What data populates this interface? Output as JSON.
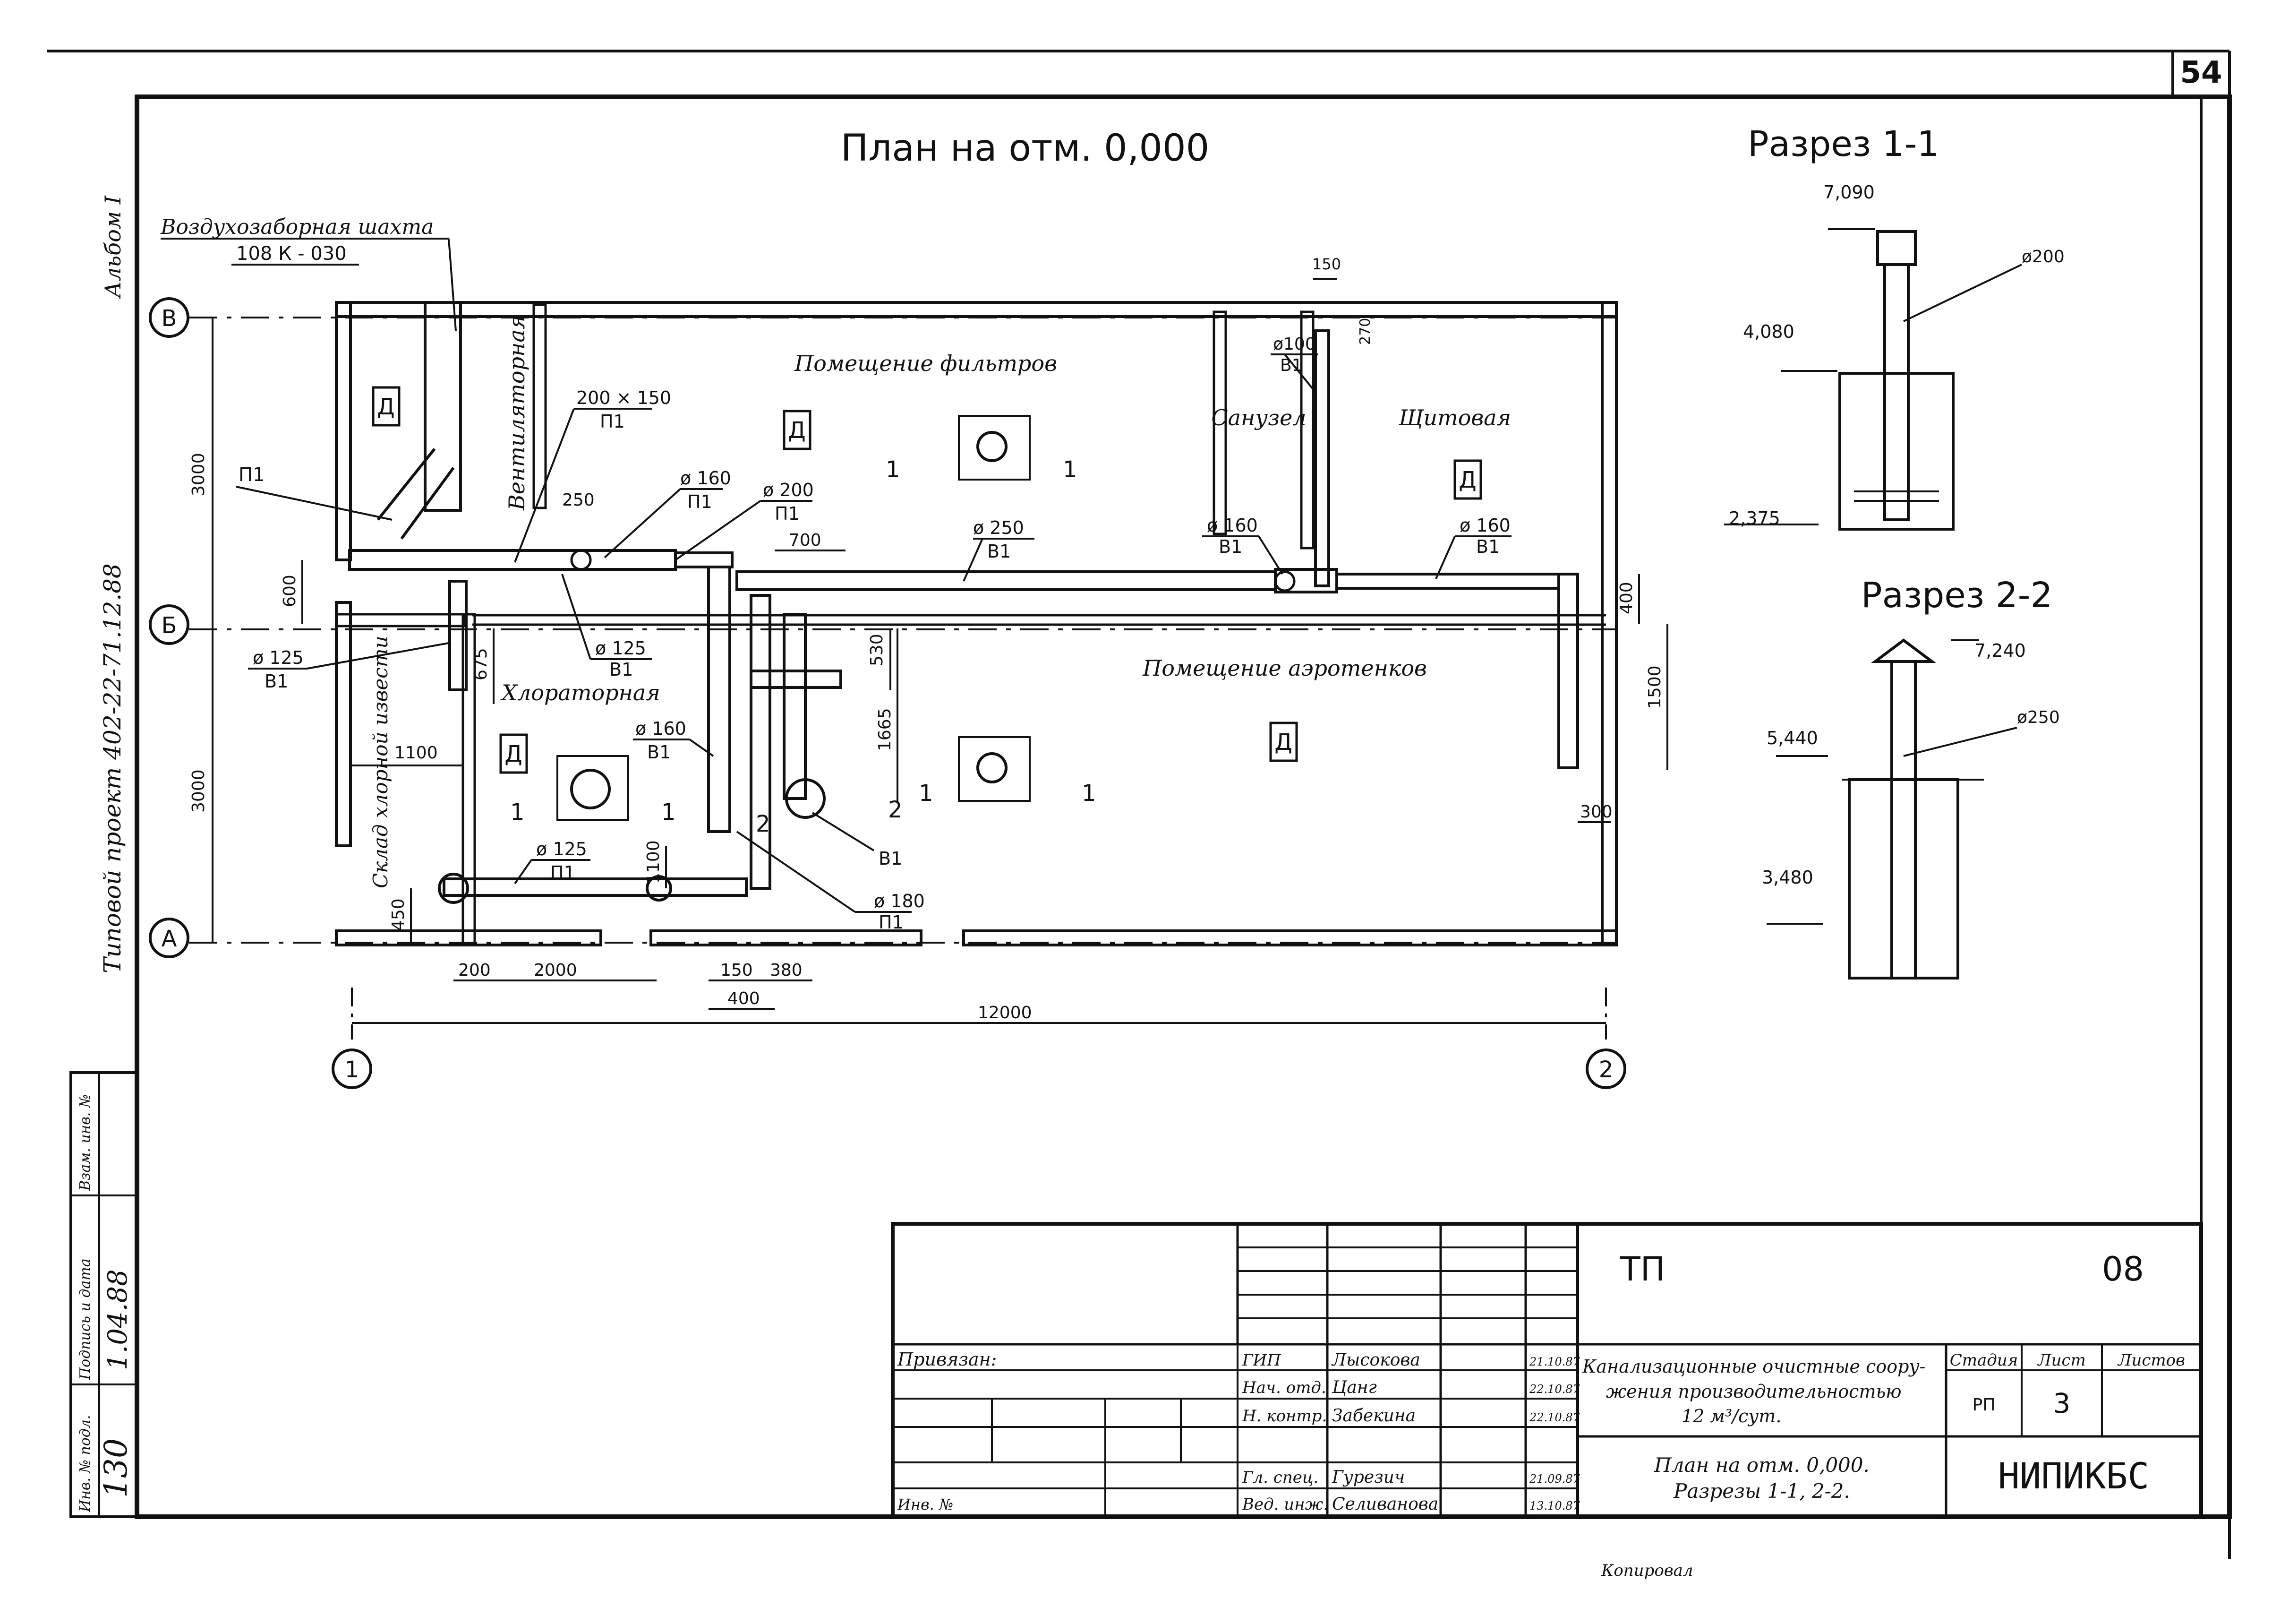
{
  "sheet_number": "54",
  "album": "Альбом I",
  "project_code": "Типовой проект 402-22-71.12.88",
  "plan": {
    "title": "План на отм. 0,000",
    "axes": {
      "rows": [
        "В",
        "Б",
        "А"
      ],
      "cols": [
        "1",
        "2"
      ]
    },
    "rooms": {
      "filters": "Помещение фильтров",
      "aerotanks": "Помещение аэротенков",
      "sanuzel": "Санузел",
      "shchitovaya": "Щитовая",
      "chlorine": "Хлораторная",
      "ventilation": "Вентиляторная",
      "storage": "Склад хлорной извести",
      "d_mark": "Д"
    },
    "shaft": {
      "label": "Воздухозаборная шахта",
      "code": "108 К - 030"
    },
    "pipes": {
      "p1": "П1",
      "b1": "В1",
      "s200x150": "200 × 150",
      "d160": "ø 160",
      "d200": "ø 200",
      "d250": "ø 250",
      "d100": "ø100",
      "d125": "ø 125",
      "d180": "ø 180"
    },
    "sections": {
      "s1": "1",
      "s2": "2"
    },
    "dims": {
      "d3000": "3000",
      "d600": "600",
      "d1100": "1100",
      "d250": "250",
      "d700": "700",
      "d530": "530",
      "d1665": "1665",
      "d675": "675",
      "d400": "400",
      "d1500": "1500",
      "d300": "300",
      "d450": "450",
      "d200": "200",
      "d2000": "2000",
      "d150": "150",
      "d380": "380",
      "d12000": "12000",
      "d270": "270"
    }
  },
  "section_1_1": {
    "title": "Разрез 1-1",
    "elevations": [
      "7,090",
      "4,080",
      "2,375"
    ],
    "diameter": "ø200"
  },
  "section_2_2": {
    "title": "Разрез 2-2",
    "elevations": [
      "7,240",
      "5,440",
      "3,480"
    ],
    "diameter": "ø250"
  },
  "approval_stamp": {
    "row1": "Инв. № подл.",
    "row2": "Подпись и дата",
    "row3": "Взам. инв. №",
    "inv_value": "130",
    "date_value": "1.04.88"
  },
  "title_block": {
    "code_left": "ТП",
    "code_right": "08",
    "privyazan": "Привязан:",
    "inv_no": "Инв. №",
    "staff": [
      {
        "role": "ГИП",
        "name": "Лысокова",
        "date": "21.10.87"
      },
      {
        "role": "Нач. отд.",
        "name": "Цанг",
        "date": "22.10.87"
      },
      {
        "role": "Н. контр.",
        "name": "Забекина",
        "date": "22.10.87"
      },
      {
        "role": "Гл. спец.",
        "name": "Гурезич",
        "date": "21.09.87"
      },
      {
        "role": "Вед. инж.",
        "name": "Селиванова",
        "date": "13.10.87"
      }
    ],
    "project_name_l1": "Канализационные очистные соору-",
    "project_name_l2": "жения производительностью",
    "project_name_l3": "12 м³/сут.",
    "sheet_title_l1": "План на отм. 0,000.",
    "sheet_title_l2": "Разрезы 1-1, 2-2.",
    "col_stage": "Стадия",
    "col_sheet": "Лист",
    "col_sheets": "Листов",
    "stage": "РП",
    "sheet": "3",
    "org": "НИПИКБС"
  },
  "footer": {
    "copied": "Копировал"
  }
}
